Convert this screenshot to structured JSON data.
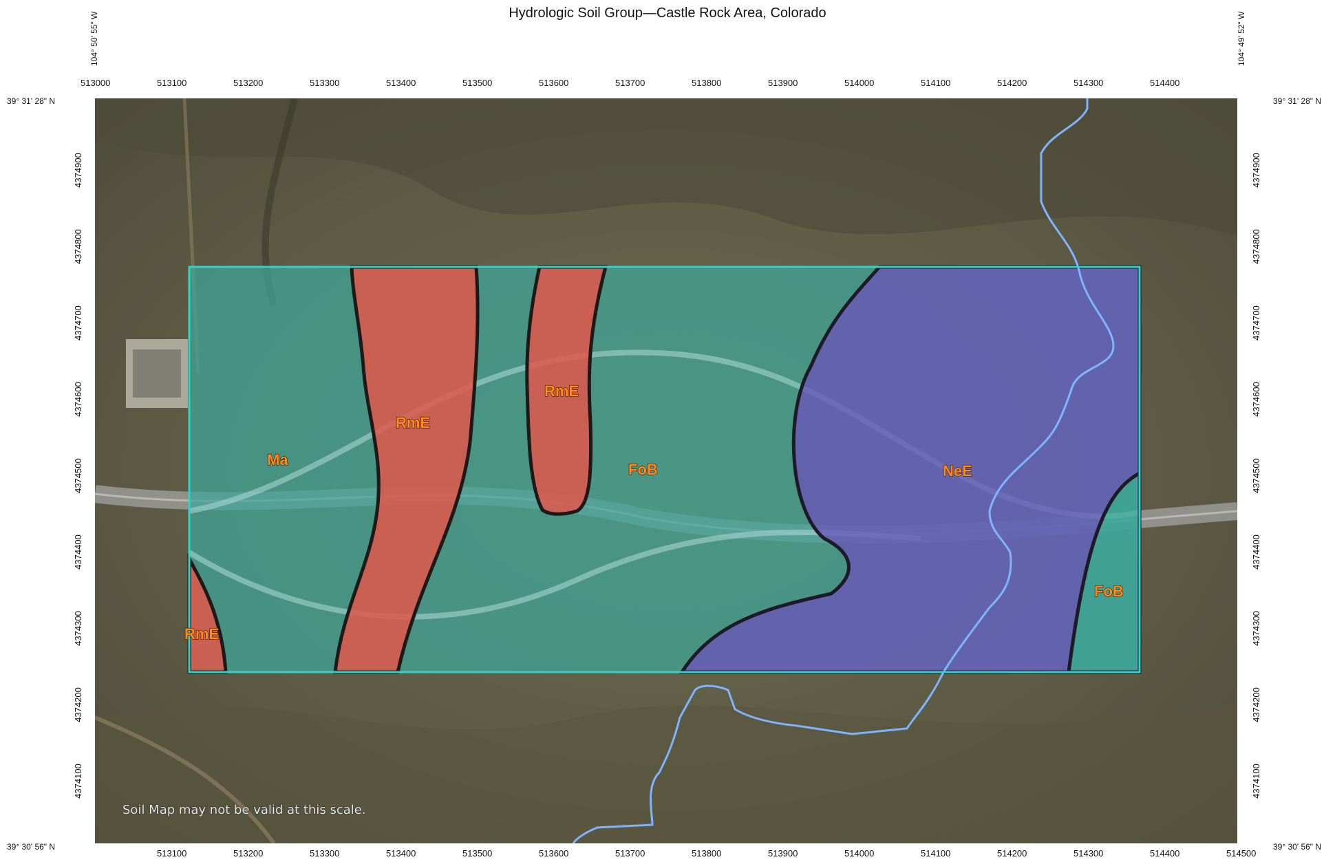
{
  "title": "Hydrologic Soil Group—Castle Rock Area, Colorado",
  "longitude": {
    "west": "104° 50' 55\" W",
    "east": "104° 49' 52\" W"
  },
  "latitude": {
    "north": "39° 31' 28\" N",
    "south": "39° 30' 56\" N"
  },
  "eastings_top": [
    "513000",
    "513100",
    "513200",
    "513300",
    "513400",
    "513500",
    "513600",
    "513700",
    "513800",
    "513900",
    "514000",
    "514100",
    "514200",
    "514300",
    "514400"
  ],
  "eastings_bottom": [
    "513100",
    "513200",
    "513300",
    "513400",
    "513500",
    "513600",
    "513700",
    "513800",
    "513900",
    "514000",
    "514100",
    "514200",
    "514300",
    "514400",
    "514500"
  ],
  "northings": [
    "4374900",
    "4374800",
    "4374700",
    "4374600",
    "4374500",
    "4374400",
    "4374300",
    "4374200",
    "4374100"
  ],
  "soil_units": [
    {
      "id": "ma",
      "label": "Ma",
      "color": "#3fa69a"
    },
    {
      "id": "rme1",
      "label": "RmE",
      "color": "#e0574a"
    },
    {
      "id": "rme2",
      "label": "RmE",
      "color": "#e0574a"
    },
    {
      "id": "rme3",
      "label": "RmE",
      "color": "#e0574a"
    },
    {
      "id": "fob1",
      "label": "FoB",
      "color": "#3fa69a"
    },
    {
      "id": "nee",
      "label": "NeE",
      "color": "#6a56b8"
    },
    {
      "id": "fob2",
      "label": "FoB",
      "color": "#3fa69a"
    }
  ],
  "aoi_color": "#36d0c6",
  "stream_color": "#7fb4ff",
  "scale_note": "Soil Map may not be valid at this scale."
}
